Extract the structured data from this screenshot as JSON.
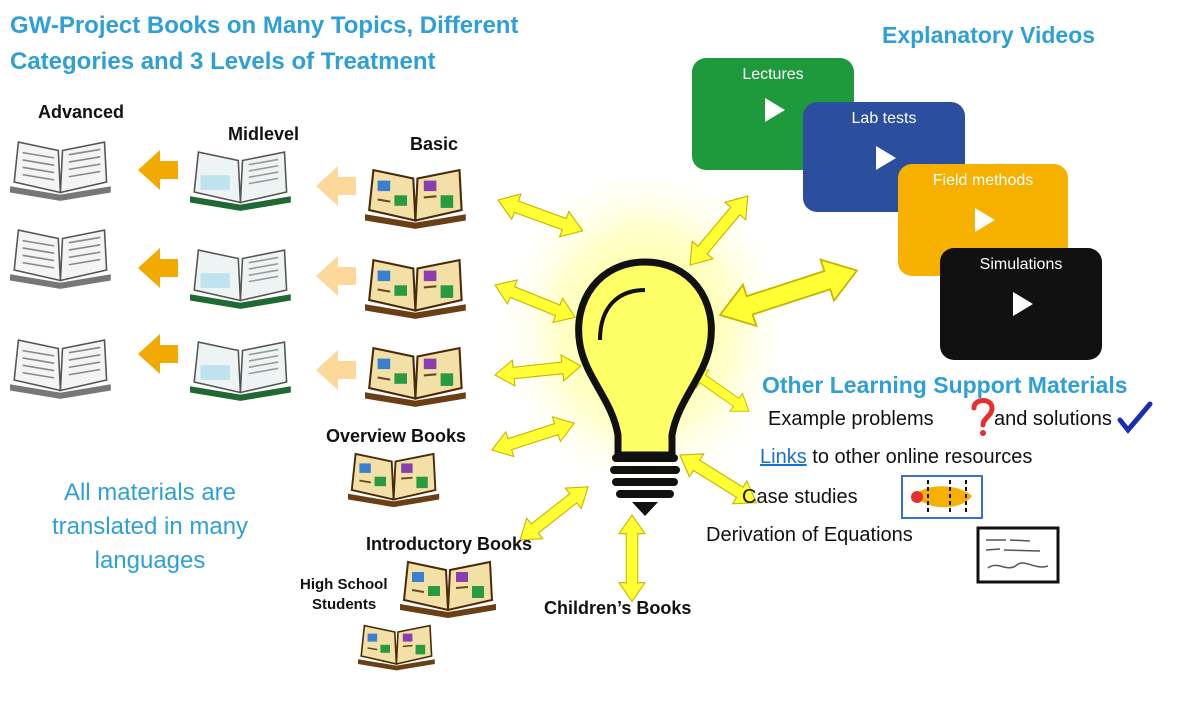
{
  "title": {
    "line1": "GW-Project Books on Many Topics, Different",
    "line2": "Categories and 3 Levels of Treatment"
  },
  "levels": {
    "advanced": "Advanced",
    "midlevel": "Midlevel",
    "basic": "Basic"
  },
  "book_types": {
    "overview": "Overview Books",
    "introductory": "Introductory Books",
    "high_school_line1": "High School",
    "high_school_line2": "Students",
    "children": "Children’s Books"
  },
  "translation_note": {
    "line1": "All materials are",
    "line2": "translated in many",
    "line3": "languages"
  },
  "videos": {
    "title": "Explanatory Videos",
    "cards": [
      {
        "label": "Lectures",
        "color": "#1e9a3c"
      },
      {
        "label": "Lab tests",
        "color": "#2b4f9e"
      },
      {
        "label": "Field methods",
        "color": "#f5b000"
      },
      {
        "label": "Simulations",
        "color": "#111111"
      }
    ]
  },
  "support": {
    "title": "Other Learning Support Materials",
    "example_a": "Example problems",
    "example_b": "and solutions",
    "links_word": "Links",
    "links_rest": " to other online resources",
    "case_studies": "Case studies",
    "derivation": "Derivation of Equations"
  },
  "icons": {
    "question": "question-mark-icon",
    "check": "checkmark-icon",
    "bulb": "lightbulb-icon",
    "play": "play-icon",
    "book": "book-icon"
  },
  "colors": {
    "title_blue": "#2f9fd8",
    "arrow_yellow": "#ffff33",
    "orange_arrow": "#f2a900",
    "pale_arrow": "#fcd89a"
  }
}
